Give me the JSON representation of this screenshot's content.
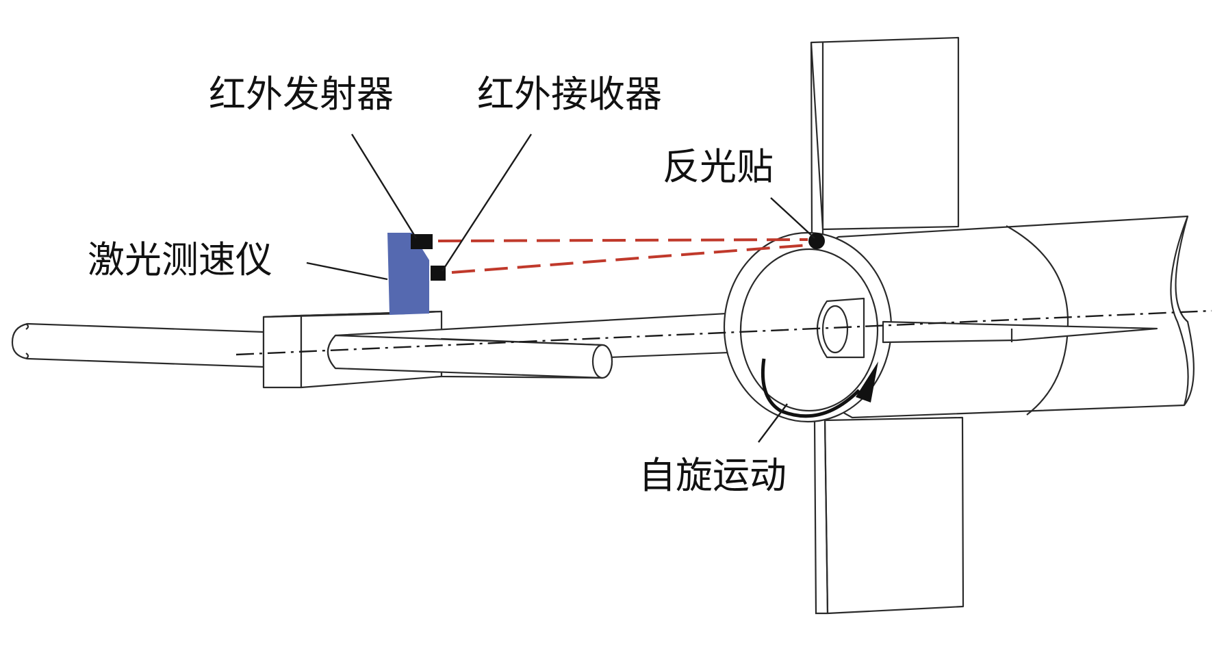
{
  "diagram": {
    "labels": {
      "ir_emitter": "红外发射器",
      "ir_receiver": "红外接收器",
      "reflective_sticker": "反光贴",
      "laser_tachometer": "激光测速仪",
      "spin_motion": "自旋运动"
    },
    "colors": {
      "tachometer_body": "#5569b0",
      "laser_beam": "#c0392b",
      "sensor": "#111111",
      "outline": "#2a2a2a",
      "background": "#ffffff"
    }
  }
}
